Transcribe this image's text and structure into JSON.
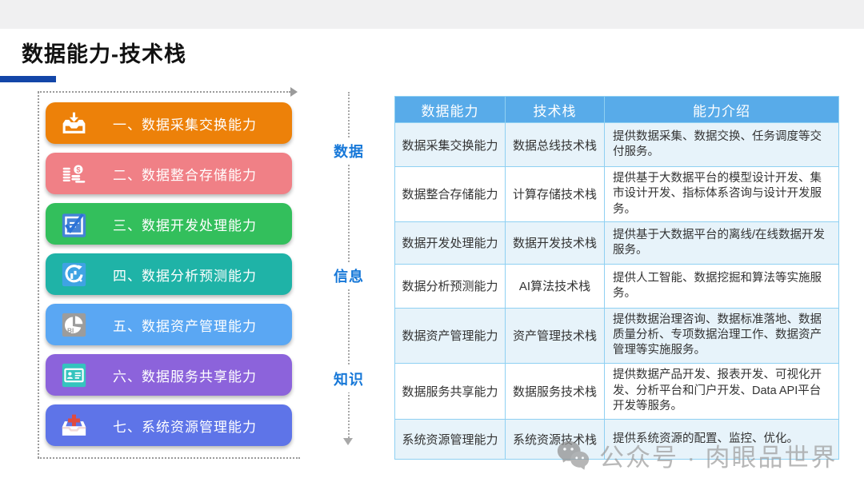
{
  "header": {
    "title": "数据能力-技术栈"
  },
  "capability_panel": {
    "items": [
      {
        "label": "一、数据采集交换能力",
        "color": "#ED8109",
        "icon": "inbox-download-icon"
      },
      {
        "label": "二、数据整合存储能力",
        "color": "#F08086",
        "icon": "coins-icon"
      },
      {
        "label": "三、数据开发处理能力",
        "color": "#33BF5C",
        "icon": "form-check-icon"
      },
      {
        "label": "四、数据分析预测能力",
        "color": "#1FB3A7",
        "icon": "cycle-chart-icon"
      },
      {
        "label": "五、数据资产管理能力",
        "color": "#5AA7F3",
        "icon": "bi-pie-icon",
        "icon_text": "BI"
      },
      {
        "label": "六、数据服务共享能力",
        "color": "#8C63DB",
        "icon": "id-card-icon"
      },
      {
        "label": "七、系统资源管理能力",
        "color": "#5E74E8",
        "icon": "medical-tray-icon"
      }
    ]
  },
  "flow": {
    "labels": [
      "数据",
      "信息",
      "知识"
    ]
  },
  "table": {
    "headers": [
      "数据能力",
      "技术栈",
      "能力介绍"
    ],
    "rows": [
      {
        "capability": "数据采集交换能力",
        "stack": "数据总线技术栈",
        "description": "提供数据采集、数据交换、任务调度等交付服务。"
      },
      {
        "capability": "数据整合存储能力",
        "stack": "计算存储技术栈",
        "description": "提供基于大数据平台的模型设计开发、集市设计开发、指标体系咨询与设计开发服务。"
      },
      {
        "capability": "数据开发处理能力",
        "stack": "数据开发技术栈",
        "description": "提供基于大数据平台的离线/在线数据开发服务。"
      },
      {
        "capability": "数据分析预测能力",
        "stack": "AI算法技术栈",
        "description": "提供人工智能、数据挖掘和算法等实施服务。"
      },
      {
        "capability": "数据资产管理能力",
        "stack": "资产管理技术栈",
        "description": "提供数据治理咨询、数据标准落地、数据质量分析、专项数据治理工作、数据资产管理等实施服务。"
      },
      {
        "capability": "数据服务共享能力",
        "stack": "数据服务技术栈",
        "description": "提供数据产品开发、报表开发、可视化开发、分析平台和门户开发、Data API平台开发等服务。"
      },
      {
        "capability": "系统资源管理能力",
        "stack": "系统资源技术栈",
        "description": "提供系统资源的配置、监控、优化。"
      }
    ]
  },
  "watermark": {
    "text": "公众号 · 肉眼品世界"
  },
  "colors": {
    "accent_bar": "#1346A8",
    "top_band": "#F0F0F1",
    "table_header_bg": "#58ABE9",
    "table_row_alt_bg": "#E7F3FA",
    "table_border": "#8FD0F2",
    "flow_label": "#1778D8"
  }
}
